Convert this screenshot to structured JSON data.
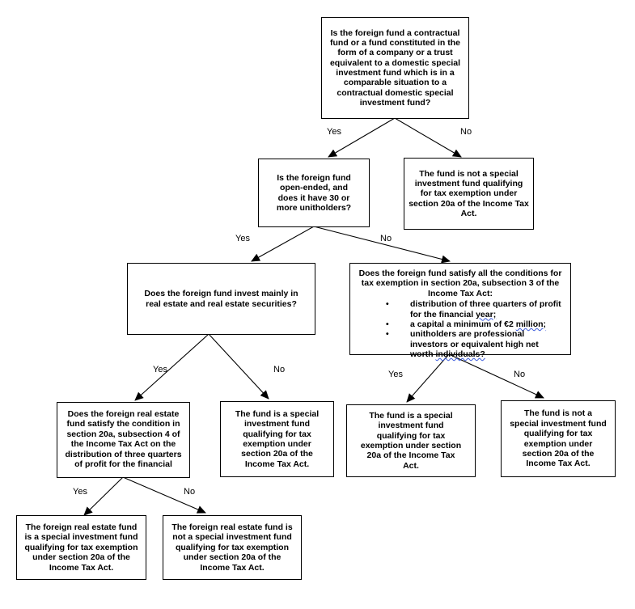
{
  "nodes": {
    "q1": "Is the foreign fund a contractual fund or a fund constituted in the form of a company or a trust equivalent to a domestic special investment fund which is in a comparable situation to a contractual domestic special investment fund?",
    "not_special_1": "The fund is not a special investment fund qualifying for tax exemption under section 20a of the Income Tax Act.",
    "q2": "Is the foreign fund open-ended, and does it have 30 or more unitholders?",
    "q3": "Does the foreign fund invest mainly in real estate and real estate securities?",
    "q4": {
      "intro": "Does the foreign fund satisfy all the conditions for tax exemption in section 20a, subsection 3 of the Income Tax Act:",
      "bullet_char": "•",
      "items": [
        {
          "text": "distribution of three quarters of profit for the financial ",
          "underlined": "year;"
        },
        {
          "text": "a capital a minimum of €2 ",
          "underlined": "million;"
        },
        {
          "text": "unitholders are professional investors or equivalent high net worth ",
          "underlined": "individuals?"
        }
      ]
    },
    "q5": "Does the foreign real estate fund satisfy the condition in section 20a, subsection 4 of the Income Tax Act on the distribution of three quarters of profit for the financial",
    "special_1": "The fund is a special investment fund qualifying for tax exemption under section 20a of the Income Tax Act.",
    "special_2": "The fund is a special investment fund qualifying for tax exemption under section 20a of the Income Tax Act.",
    "not_special_2": "The fund is not a special investment fund qualifying for tax exemption under section 20a of the Income Tax Act.",
    "re_special": "The foreign real estate fund is a special investment fund qualifying for tax exemption under section 20a of the Income Tax Act.",
    "re_not_special": "The foreign real estate fund is not a special investment fund qualifying for tax exemption under section 20a of the Income Tax Act."
  },
  "edges": {
    "yes": "Yes",
    "no": "No"
  }
}
